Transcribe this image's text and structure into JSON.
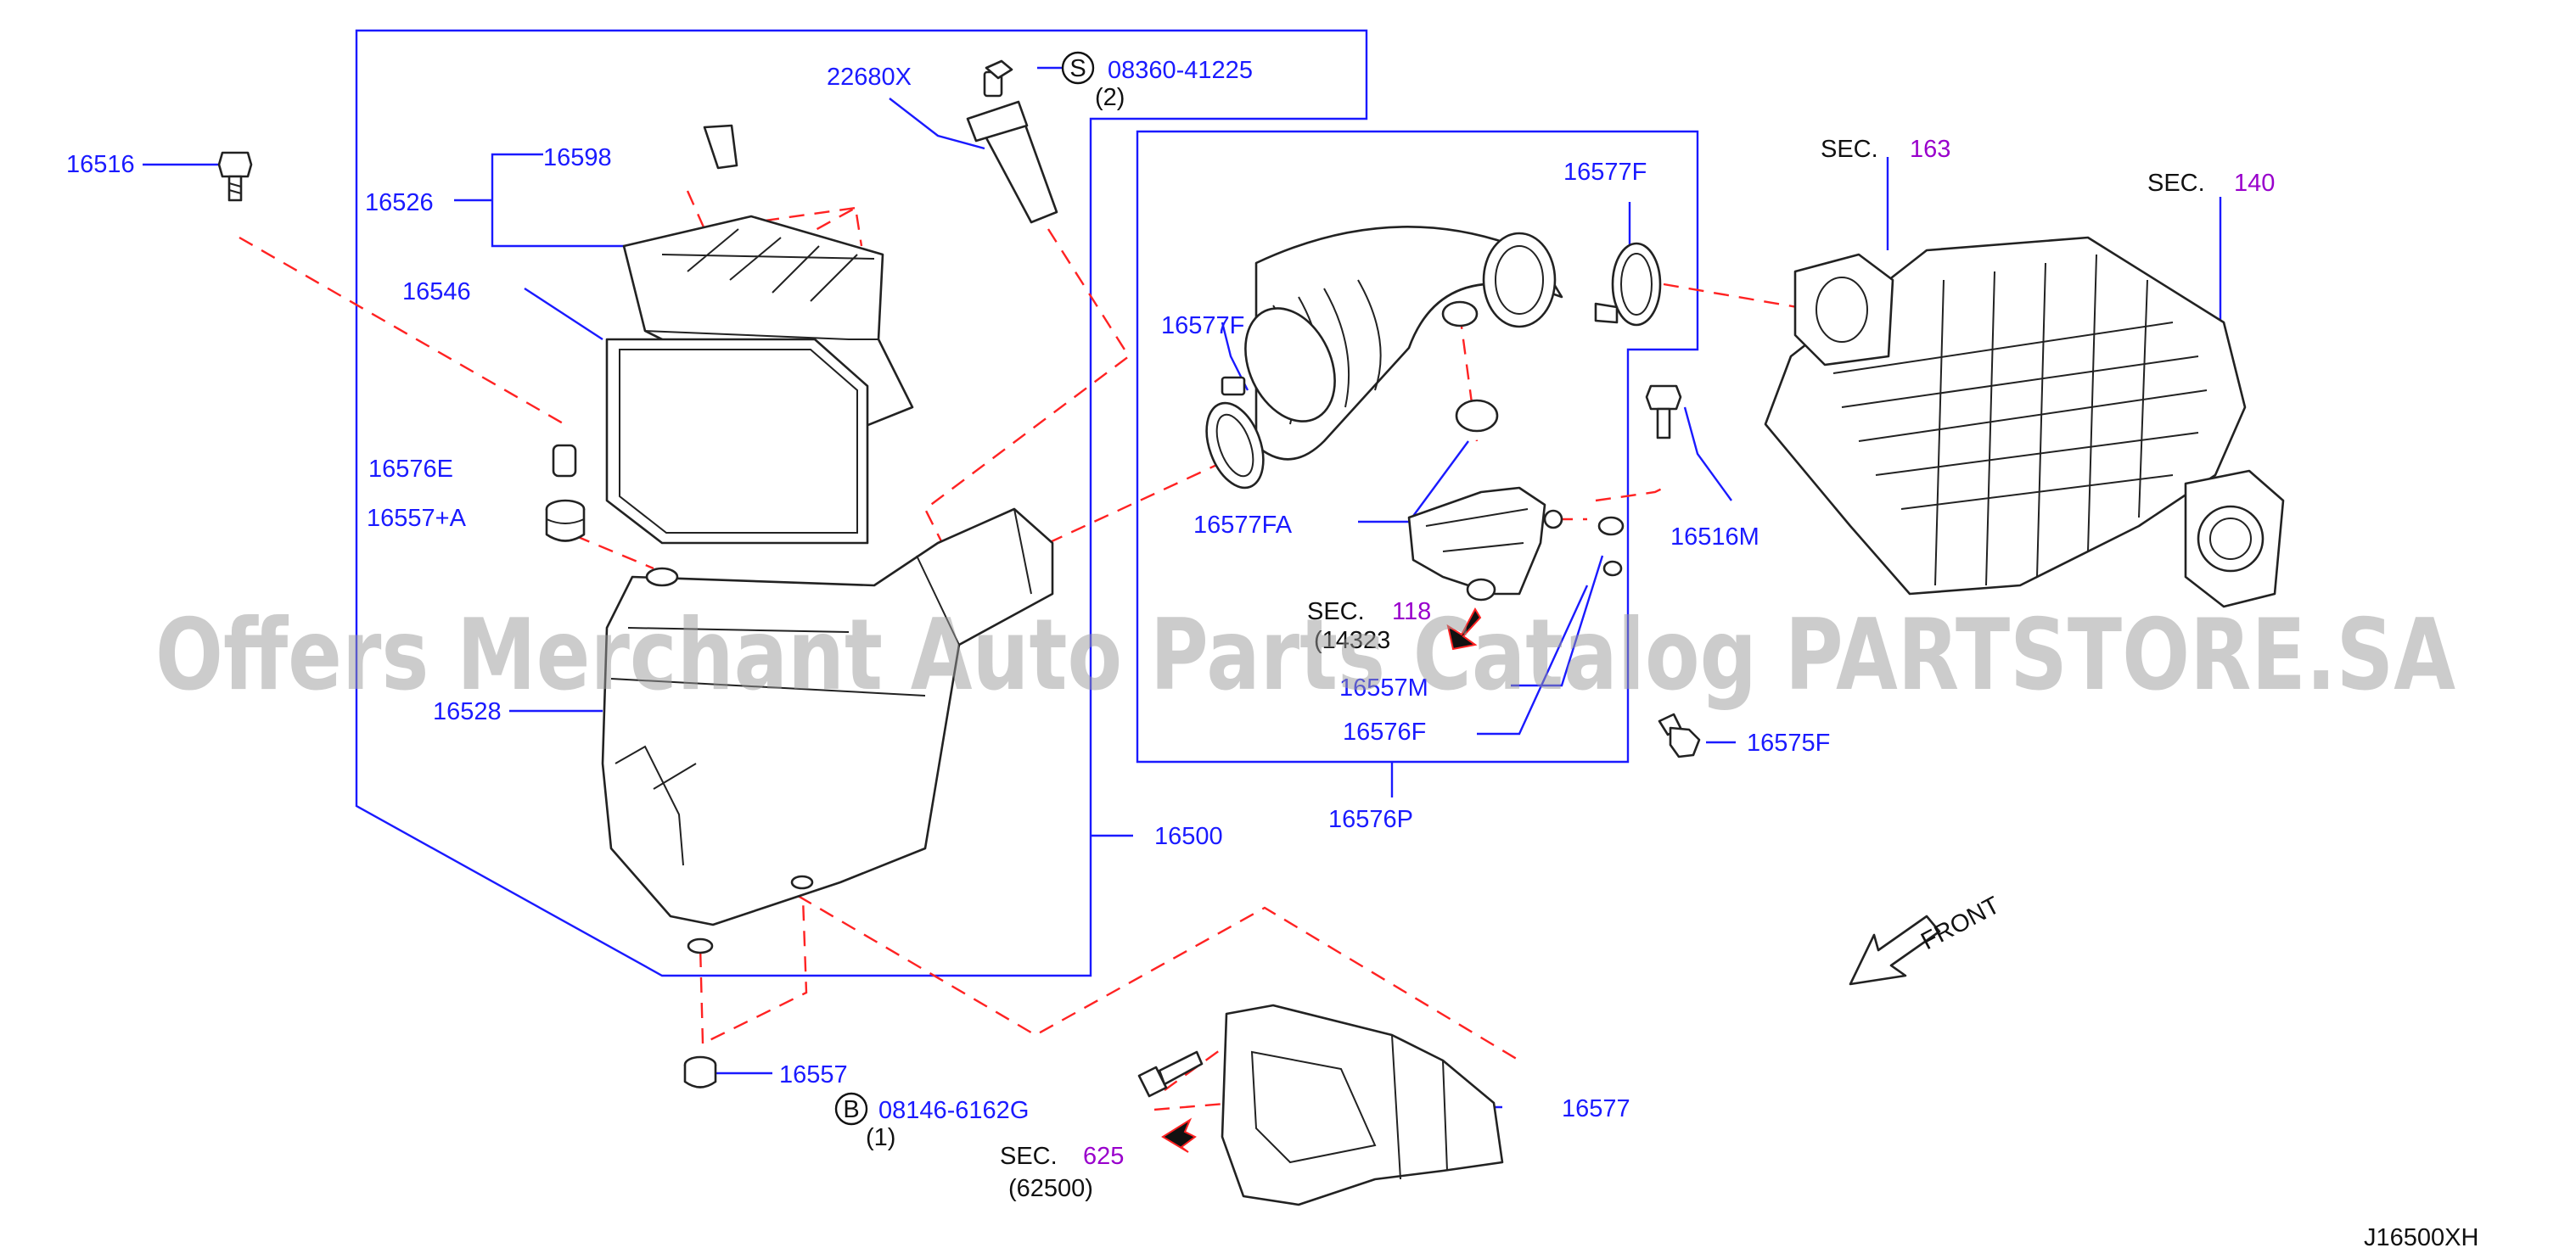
{
  "labels": {
    "p16516": "16516",
    "p16598": "16598",
    "p16526": "16526",
    "p16546": "16546",
    "p16576E": "16576E",
    "p16557A": "16557+A",
    "p16528": "16528",
    "p16500": "16500",
    "p16557": "16557",
    "p22680X": "22680X",
    "p08360": "08360-41225",
    "p08360_qty": "(2)",
    "p16577F_a": "16577F",
    "p16577F_b": "16577F",
    "p16577FA": "16577FA",
    "p16557M": "16557M",
    "p16576F": "16576F",
    "p16576P": "16576P",
    "p16516M": "16516M",
    "p16575F": "16575F",
    "p08146": "08146-6162G",
    "p08146_qty": "(1)",
    "p16577": "16577"
  },
  "markers": {
    "s": "S",
    "b": "B"
  },
  "sections": {
    "sec": "SEC.",
    "sec163": "163",
    "sec140": "140",
    "sec118": "118",
    "sec118_sub": "(14323",
    "sec625": "625",
    "sec625_sub": "(62500)"
  },
  "front_label": "FRONT",
  "diagram_code": "J16500XH",
  "watermark": "Offers Merchant Auto Parts Catalog PARTSTORE.SA"
}
